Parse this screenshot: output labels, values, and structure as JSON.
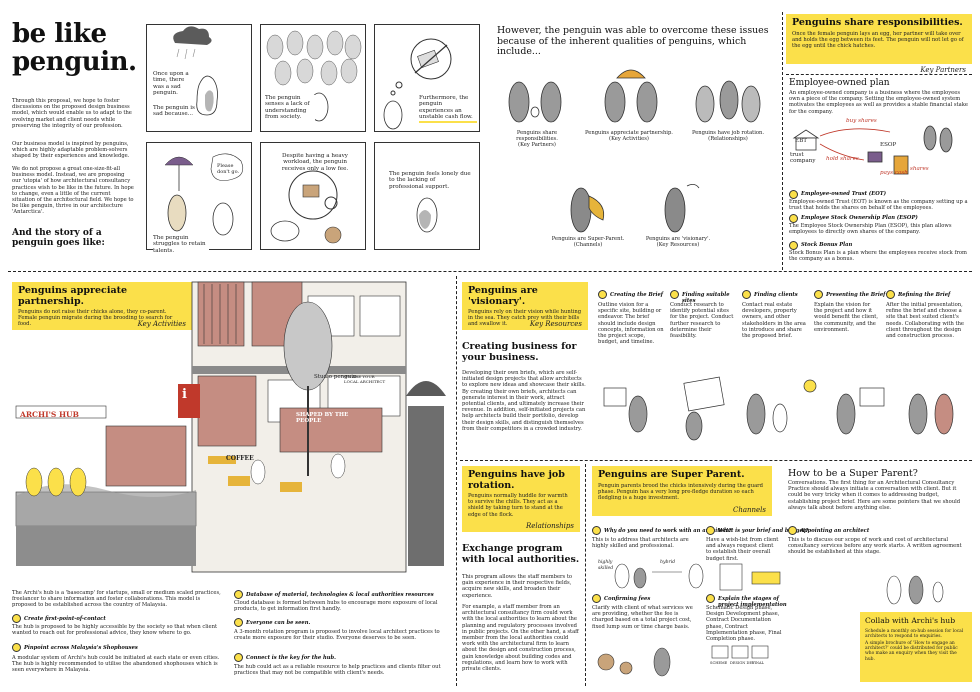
{
  "intro": {
    "title": "be like penguin.",
    "p1": "Through this proposal, we hope to foster discussions on the proposed design business model, which would enable us to adapt to the evolving market and client needs while preserving the integrity of our profession.",
    "p2": "Our business model is inspired by penguins, which are highly adaptable problem-solvers shaped by their experiences and knowledge.",
    "p3": "We do not propose a great one-size-fit-all business model. Instead, we are proposing our 'utopia' of how architectural consultancy practices wish to be like in the future. In hope to change, even a little of the current situation of the architectural field. We hope to be like penguin, thrive in our architecture 'Antarctica'.",
    "story": "And the story of a penguin goes like:"
  },
  "comics": [
    {
      "text": "Once upon a time, there was a sad penguin.",
      "text2": "The penguin is sad because..."
    },
    {
      "text": "The penguin senses a lack of understanding from society."
    },
    {
      "text": "Furthermore, the penguin experiences an unstable cash flow."
    },
    {
      "text": "The penguin struggles to retain talents.",
      "bubble": "Please don't go."
    },
    {
      "text": "Despite having a heavy workload, the penguin receives only a low fee."
    },
    {
      "text": "The penguin feels lonely due to the lacking of professional support."
    }
  ],
  "qualities": {
    "heading": "However, the penguin was able to overcome these issues because of the inherent qualities of penguins, which include...",
    "items": [
      {
        "label": "Penguins share responsibilities.",
        "sub": "(Key Partners)"
      },
      {
        "label": "Penguins appreciate partnership.",
        "sub": "(Key Activities)"
      },
      {
        "label": "Penguins have job rotation.",
        "sub": "(Relationships)"
      },
      {
        "label": "Penguins are Super-Parent.",
        "sub": "(Channels)"
      },
      {
        "label": "Penguins are 'visionary'.",
        "sub": "(Key Resources)"
      }
    ]
  },
  "share": {
    "title": "Penguins share responsibilities.",
    "desc": "Once the female penguin lays an egg, her partner will take over and holds the egg between its feet. The penguin will not let go of the egg until the chick hatches.",
    "tag": "Key Partners",
    "plan_title": "Employee-owned plan",
    "plan_desc": "An employee-owned company is a business where the employees own a piece of the company. Setting the employee-owned system motivates the employees as well as provides a stable financial stake for the company.",
    "sketch_labels": [
      "buy shares",
      "hold shares",
      "trust company",
      "EBT",
      "pays cash",
      "ESOP",
      "shares"
    ],
    "items": [
      {
        "n": "1",
        "title": "Employee-owned Trust (EOT)",
        "desc": "Employee-owned Trust (EOT) is known as the company setting up a trust that holds the shares on behalf of the employees."
      },
      {
        "n": "2",
        "title": "Employee Stock Ownership Plan (ESOP)",
        "desc": "The Employee Stock Ownership Plan (ESOP), this plan allows employees to directly own shares of the company."
      },
      {
        "n": "3",
        "title": "Stock Bonus Plan",
        "desc": "Stock Bonus Plan is a plan where the employees receive stock from the company as a bonus."
      }
    ]
  },
  "partnership": {
    "title": "Penguins appreciate partnership.",
    "desc": "Penguins do not raise their chicks alone, they co-parent. Female penguin migrate during the brooding to search for food.",
    "tag": "Key Activities",
    "signs": [
      "ARCHI'S HUB",
      "Studio penguin",
      "WE ARE YOUR LOCAL ARCHITECT",
      "SHAPED BY THE PEOPLE",
      "COFFEE",
      "i"
    ],
    "hub_title": "Archi's hub",
    "hub_desc": "The Archi's hub is a 'basecamp' for startups, small or medium scaled practices, freelancer to share information and foster collaborations. This model is proposed to be established across the country of Malaysia.",
    "left_items": [
      {
        "n": "1",
        "title": "Create first-point-of-contact",
        "desc": "The hub is proposed to be highly accessible by the society so that when client wanted to reach out for professional advice, they know where to go."
      },
      {
        "n": "2",
        "title": "Pinpoint across Malaysia's Shophouses",
        "desc": "A modular system of Archi's hub could be initiated at each state or even cities. The hub is highly recommended to utilise the abandoned shophouses which is seen everywhere in Malaysia."
      }
    ],
    "right_items": [
      {
        "n": "3",
        "title": "Database of material, technologies & local authorities resources",
        "desc": "Cloud database is formed between hubs to encourage more exposure of local products, to get information first handly."
      },
      {
        "n": "4",
        "title": "Everyone can be seen.",
        "desc": "A 3-month rotation program is proposed to involve local architect practices to create more exposure for their studio. Everyone deserves to be seen."
      },
      {
        "n": "5",
        "title": "Connect is the key for the hub.",
        "desc": "The hub could act as a reliable resource to help practices and clients filter out practices that may not be compatible with client's needs."
      }
    ]
  },
  "visionary": {
    "title": "Penguins are 'visionary'.",
    "desc": "Penguins rely on their vision while hunting in the sea. They catch prey with their bills and swallow it.",
    "tag": "Key Resources",
    "section_title": "Creating business for your business.",
    "section_desc": "Developing their own briefs, which are self-initiated design projects that allow architects to explore new ideas and showcase their skills. By creating their own briefs, architects can generate interest in their work, attract potential clients, and ultimately increase their revenue. In addition, self-initiated projects can help architects build their portfolio, develop their design skills, and distinguish themselves from their competitors in a crowded industry.",
    "steps": [
      {
        "n": "1",
        "title": "Creating the Brief",
        "desc": "Outline vision for a specific site, building or endeavor. The brief should include design concepts, information on the project scope, budget, and timeline."
      },
      {
        "n": "2",
        "title": "Finding suitable sites",
        "desc": "Conduct research to identify potential sites for the project. Conduct further research to determine their feasibility."
      },
      {
        "n": "3",
        "title": "Finding clients",
        "desc": "Contact real estate developers, property owners, and other stakeholders in the area to introduce and share the proposed brief."
      },
      {
        "n": "4",
        "title": "Presenting the Brief",
        "desc": "Explain the vision for the project and how it would benefit the client, the community, and the environment."
      },
      {
        "n": "5",
        "title": "Refining the Brief",
        "desc": "After the initial presentation, refine the brief and choose a site that best suited client's needs. Collaborating with the client throughout the design and construction process."
      }
    ]
  },
  "rotation": {
    "title": "Penguins have job rotation.",
    "desc": "Penguins normally huddle for warmth to survive the chills. They act as a shield by taking turn to stand at the edge of the flock.",
    "tag": "Relationships",
    "section_title": "Exchange program with local authorities.",
    "p1": "This program allows the staff members to gain experience in their respective fields, acquire new skills, and broaden their experience.",
    "p2": "For example, a staff member from an architectural consultancy firm could work with the local authorities to learn about the planning and regulatory processes involved in public projects. On the other hand, a staff member from the local authorities could work with the architectural firm to learn about the design and construction process, gain knowledge about building codes and regulations, and learn how to work with private clients."
  },
  "superparent": {
    "title": "Penguins are Super Parent.",
    "desc": "Penguin parents brood the chicks intensively during the guard phase. Penguin has a very long pre-fledge duration so each fledgling is a huge investment.",
    "tag": "Channels",
    "howto_title": "How to be a Super Parent?",
    "howto_desc": "Conversations. The first thing for an Architectural Consultancy Practice should always initiate a conversation with client. But it could be very tricky when it comes to addressing budget, establishing project brief. Here are some pointers that we should always talk about before anything else.",
    "steps": [
      {
        "n": "1",
        "title": "Why do you need to work with an architect?",
        "desc": "This is to address that architects are highly skilled and professional."
      },
      {
        "n": "2",
        "title": "What is your brief and budget?",
        "desc": "Have a wish-list from client and always request client to establish their overall budget first."
      },
      {
        "n": "3",
        "title": "Appointing an architect",
        "desc": "This is to discuss our scope of work and cost of architectural consultancy services before any work starts. A written agreement should be established at this stage."
      },
      {
        "n": "4",
        "title": "Confirming fees",
        "desc": "Clarify with client of what services we are providing, whether the fee is charged based on a total project cost, fixed lump sum or time charge basis."
      },
      {
        "n": "5",
        "title": "Explain the stages of project implementation",
        "desc": "Schematic Design phase, Design Development phase, Contract Documentation phase, Contract Implementation phase, Final Completion phase."
      }
    ],
    "sketch_labels": [
      "highly skilled",
      "hybrid",
      "SCHEME",
      "DESIGN DEV",
      "FINAL"
    ],
    "collab": {
      "title": "Collab with Archi's hub",
      "items": [
        "Schedule a monthly on-hub session for local architects to respond to enquiries.",
        "A simple brochure of 'How to engage an architect?' could be distributed for public who make an enquiry when they visit the hub."
      ]
    }
  }
}
